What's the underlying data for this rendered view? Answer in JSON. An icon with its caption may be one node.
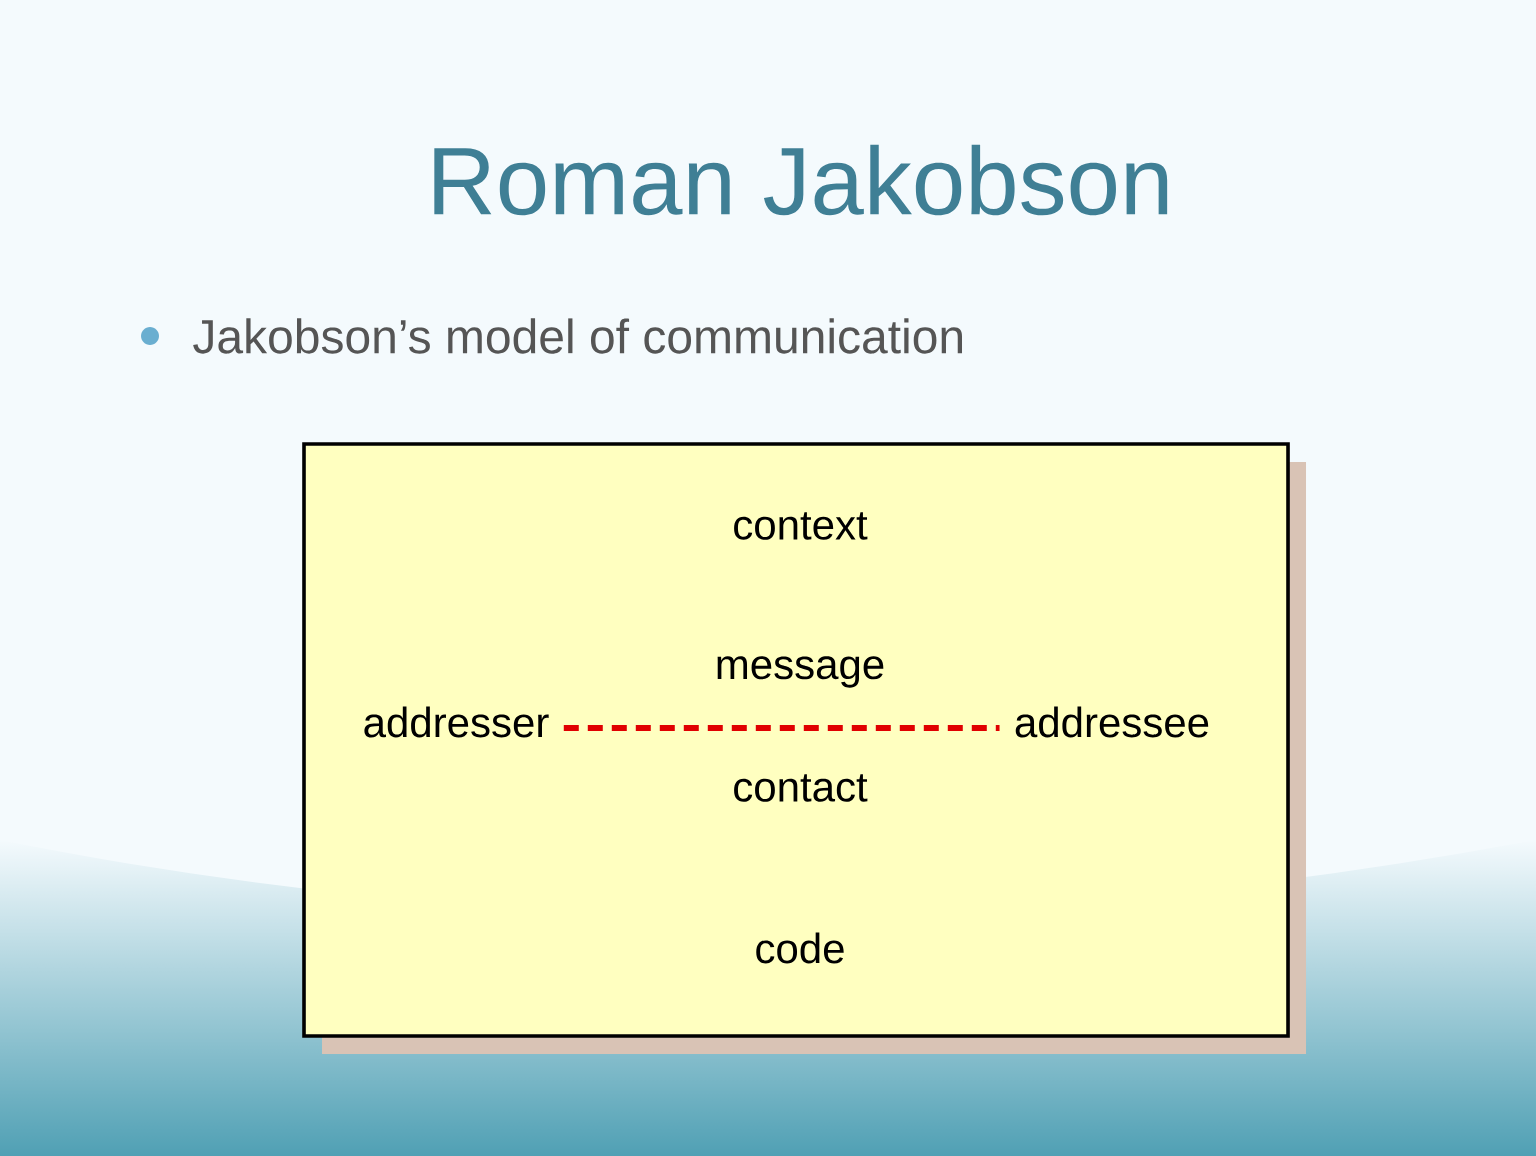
{
  "diagram": {
    "title": "Roman Jakobson",
    "nodes": [
      {
        "text": [],
        "shape": "box"
      },
      {
        "text": [
          "addresser"
        ],
        "in": 0
      },
      {
        "text": [
          "addressee"
        ],
        "in": 0
      }
    ],
    "edges": [
      {
        "from": 1,
        "to": 2,
        "arrow": "none",
        "style": "dashed",
        "color": "#e00000"
      }
    ],
    "labels": [
      "Jakobson’s model of communication",
      "context",
      "message",
      "contact",
      "code"
    ]
  }
}
